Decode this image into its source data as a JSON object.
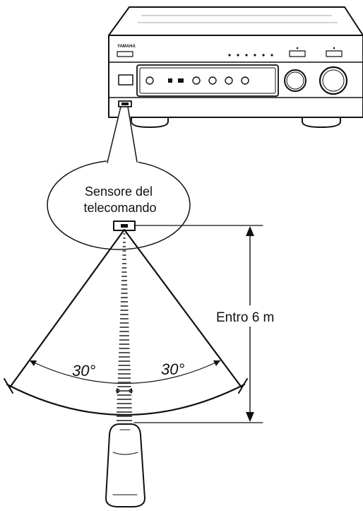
{
  "receiver": {
    "brand": "YAMAHA"
  },
  "labels": {
    "sensor_line1": "Sensore del",
    "sensor_line2": "telecomando",
    "distance": "Entro 6 m",
    "angle_left": "30°",
    "angle_right": "30°"
  },
  "colors": {
    "line": "#111111",
    "background": "#ffffff"
  }
}
